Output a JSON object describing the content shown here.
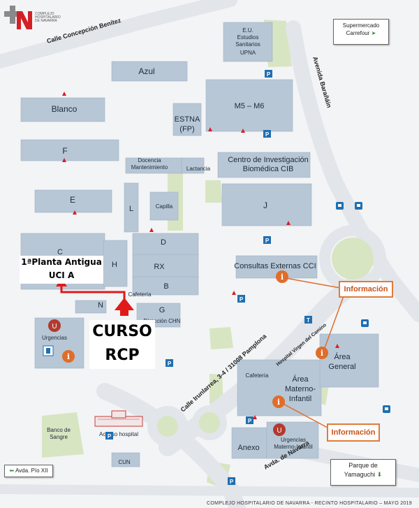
{
  "logo": {
    "lines": [
      "COMPLEJO",
      "HOSPITALARIO",
      "DE NAVARRA"
    ]
  },
  "streets": {
    "concepcion": "Calle Concepción Benítez",
    "barañain": "Avenida Barañáin",
    "irunlarrea": "Calle Irunlarrea, 3-4 / 31008 Pamplona",
    "navarra": "Avda. de Navarra",
    "virgen_camino": "Hospital Virgen del Camino"
  },
  "buildings": {
    "azul": "Azul",
    "blanco": "Blanco",
    "f": "F",
    "e": "E",
    "c": "C",
    "h": "H",
    "l": "L",
    "d": "D",
    "rx": "RX",
    "b": "B",
    "n": "N",
    "g": "G",
    "direccion": "Dirección CHN",
    "capilla": "Capilla",
    "docencia_1": "Docencia",
    "docencia_2": "Mantenimiento",
    "lactancia": "Lactancia",
    "estna_1": "ESTNA",
    "estna_2": "(FP)",
    "m5m6": "M5 – M6",
    "cib_1": "Centro de Investigación",
    "cib_2": "Biomédica CIB",
    "j": "J",
    "consultas": "Consultas Externas CCI",
    "eu_1": "E.U.",
    "eu_2": "Estudios",
    "eu_3": "Sanitarios",
    "eu_4": "UPNA",
    "cafeteria_1": "Cafetería",
    "cafeteria_2": "Cafetería",
    "urgencias_1": "Urgencias",
    "urgencias_2": "Urgencias",
    "urgencias_3": "Materno-Infantil",
    "area_general_1": "Área",
    "area_general_2": "General",
    "materno_1": "Área",
    "materno_2": "Materno-",
    "materno_3": "Infantil",
    "anexo": "Anexo",
    "banco_1": "Banco de",
    "banco_2": "Sangre",
    "acceso": "Acceso hospital",
    "cun": "CUN"
  },
  "icons": {
    "parking": "P",
    "urgencias": "U",
    "info": "i",
    "taxi": "T"
  },
  "boxes": {
    "supermercado_1": "Supermercado",
    "supermercado_2": "Carrefour",
    "parque_1": "Parque de",
    "parque_2": "Yamaguchi",
    "pio_xii": "Avda. Pío XII"
  },
  "info_labels": {
    "info_1": "Información",
    "info_2": "Información"
  },
  "overlays": {
    "planta_1": "1ªPlanta Antigua",
    "planta_2": "UCI A",
    "curso_1": "CURSO",
    "curso_2": "RCP"
  },
  "footer": "COMPLEJO HOSPITALARIO DE NAVARRA - RECINTO HOSPITALARIO – MAYO 2019",
  "colors": {
    "building": "#b7c7d6",
    "road": "#e4e7ec",
    "green": "#d4e3be",
    "parking": "#1f6fb2",
    "info": "#e06d2a",
    "urgencias": "#b23a2e",
    "route": "#e11919",
    "brand": "#d32027"
  }
}
